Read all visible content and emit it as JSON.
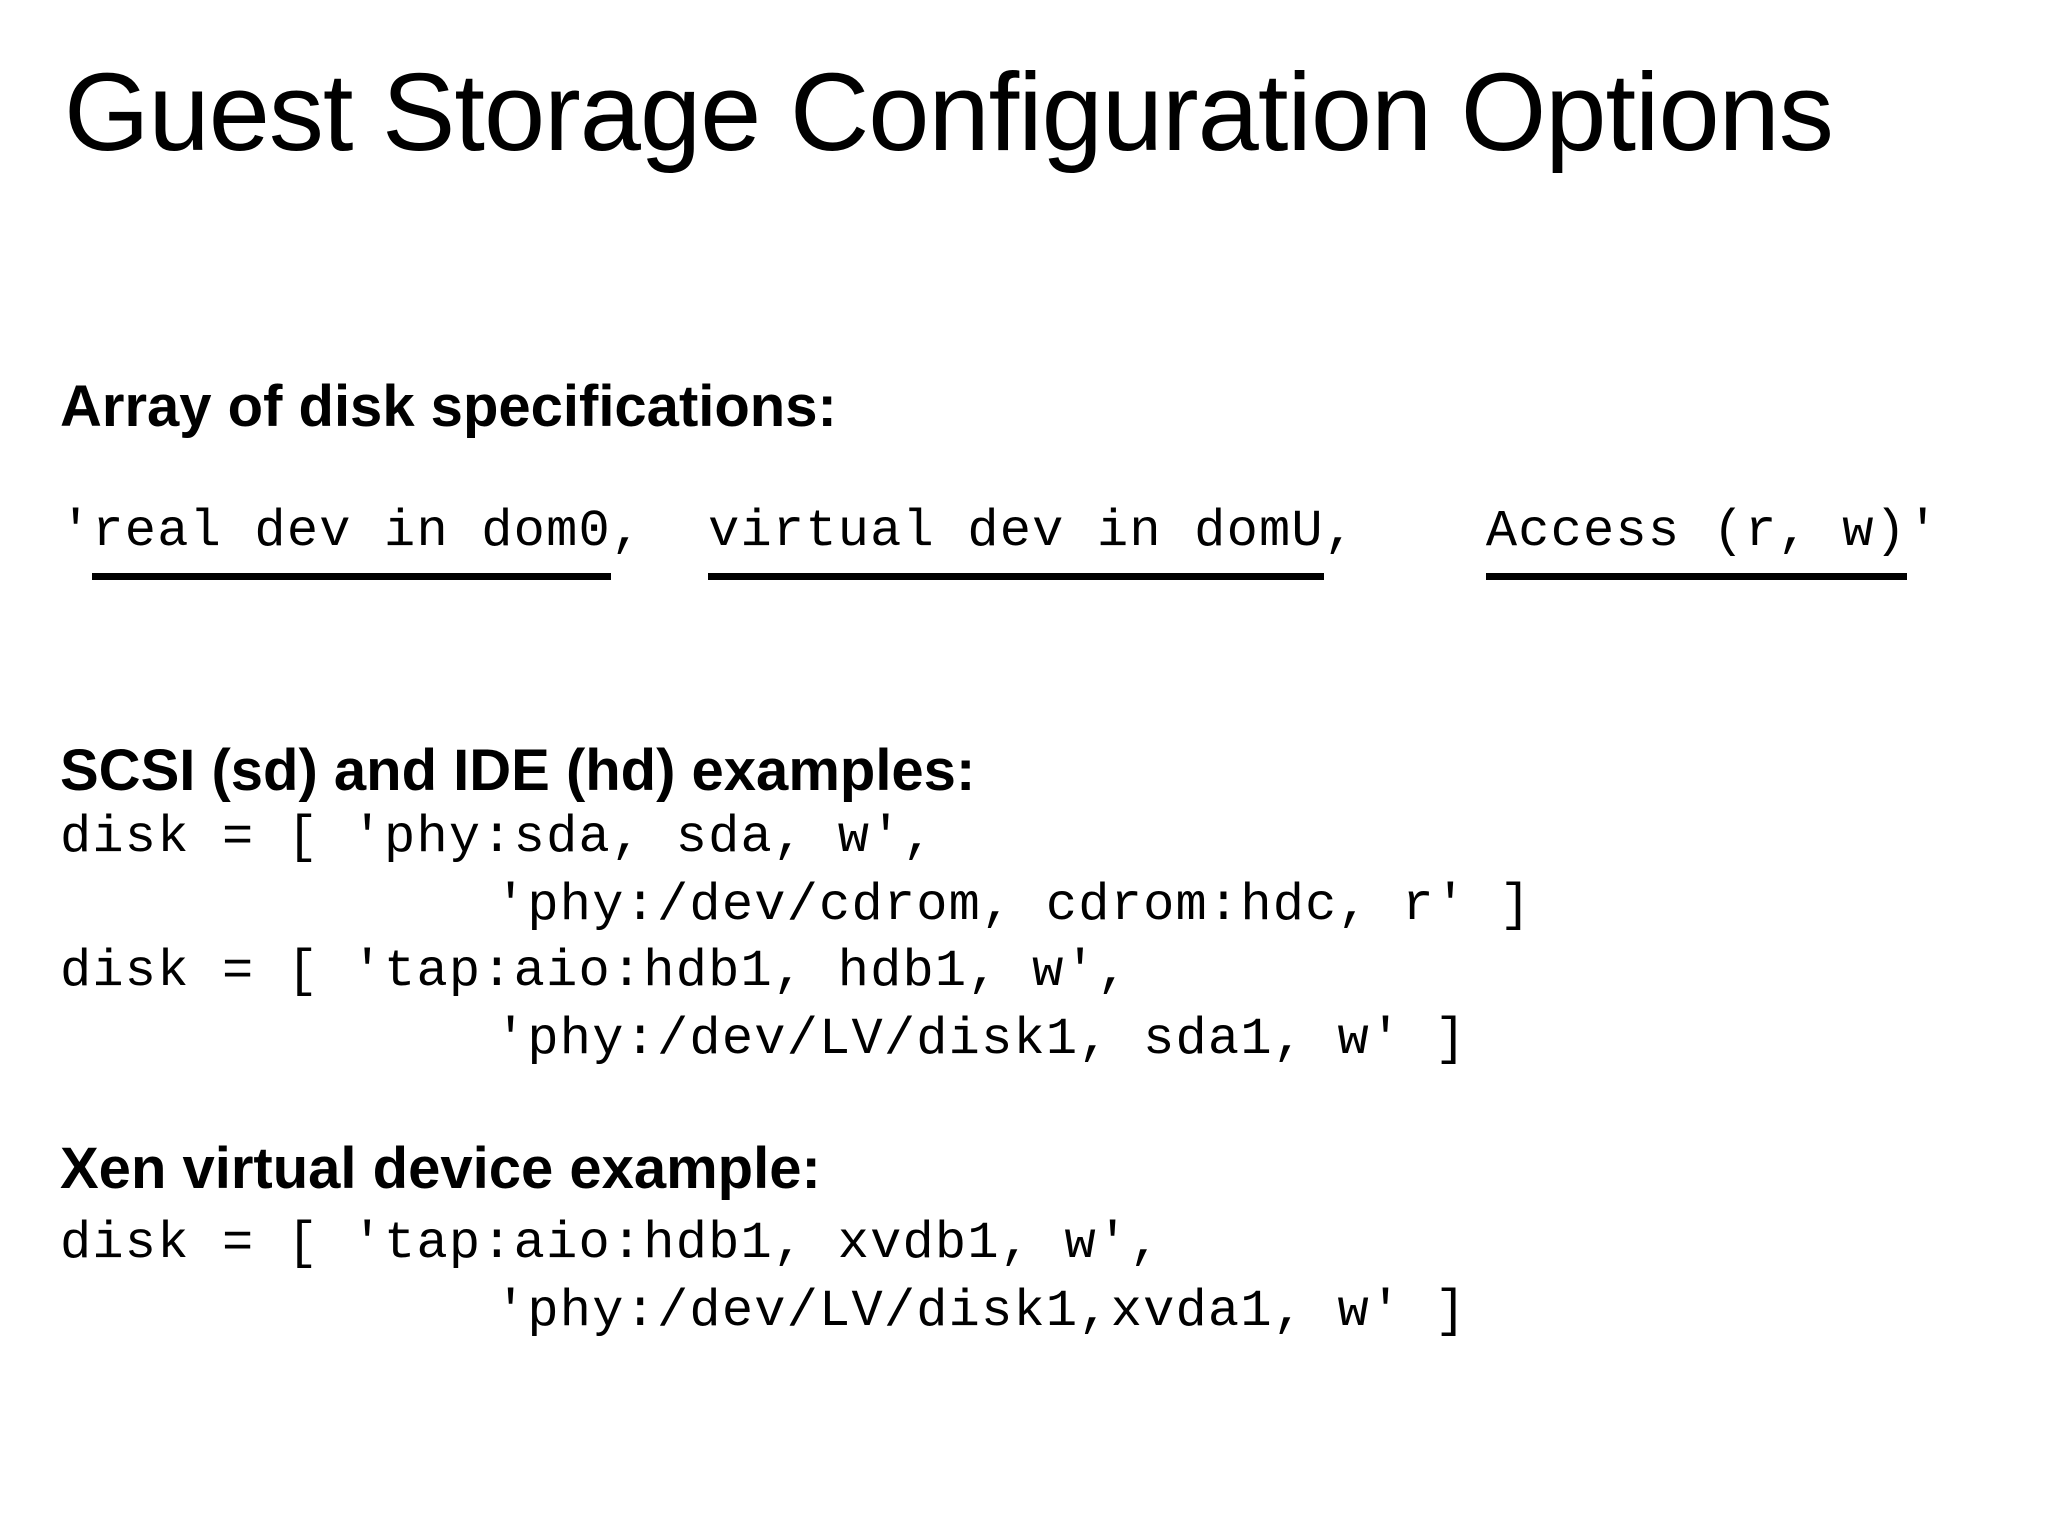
{
  "slide": {
    "title": "Guest Storage Configuration Options",
    "background_color": "#ffffff",
    "text_color": "#000000"
  },
  "sections": {
    "array_spec": {
      "heading": "Array of disk specifications:",
      "spec_line": {
        "open_quote": "'",
        "field1": "real dev in dom0",
        "sep1": ",  ",
        "field2": "virtual dev in domU",
        "sep2": ",    ",
        "field3": "Access (r, w)",
        "close_quote": "'"
      }
    },
    "scsi_ide": {
      "heading": "SCSI (sd) and IDE (hd) examples:",
      "code": [
        "disk = [ 'phy:sda, sda, w',",
        "'phy:/dev/cdrom, cdrom:hdc, r' ]",
        "disk = [ 'tap:aio:hdb1, hdb1, w',",
        "'phy:/dev/LV/disk1, sda1, w' ]"
      ]
    },
    "xen_virtual": {
      "heading": "Xen virtual device example:",
      "code": [
        "disk = [ 'tap:aio:hdb1, xvdb1, w',",
        "'phy:/dev/LV/disk1,xvda1, w' ]"
      ]
    }
  }
}
